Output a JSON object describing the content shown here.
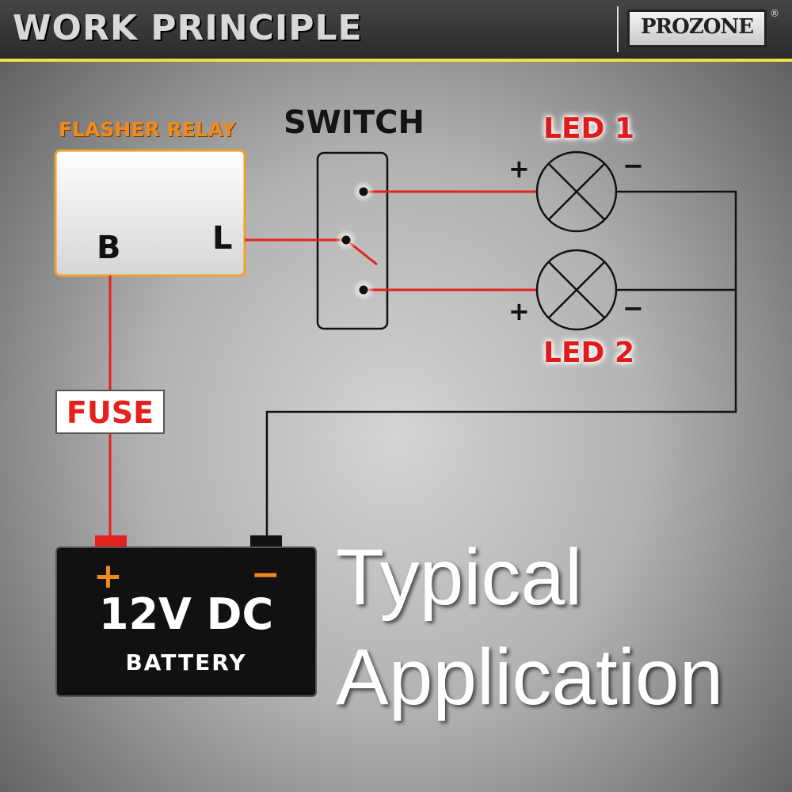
{
  "header": {
    "title": "WORK PRINCIPLE",
    "logo_text": "PROZONE",
    "logo_mark": "®"
  },
  "diagram": {
    "relay_title": "FLASHER RELAY",
    "relay_terminal_b": "B",
    "relay_terminal_l": "L",
    "switch_title": "SWITCH",
    "led1_title": "LED 1",
    "led2_title": "LED 2",
    "plus_sign": "+",
    "minus_sign": "−",
    "fuse_label": "FUSE",
    "battery_voltage": "12V DC",
    "battery_label": "BATTERY",
    "battery_plus": "+",
    "battery_minus": "−"
  },
  "caption": {
    "line1": "Typical",
    "line2": "Application"
  },
  "colors": {
    "header_bg": "#333333",
    "header_accent": "#e6e24a",
    "wire_positive": "#e4221d",
    "wire_ground": "#111111",
    "relay_border": "#f0a030",
    "relay_title": "#f08a1e",
    "led_title": "#e11b1b"
  }
}
